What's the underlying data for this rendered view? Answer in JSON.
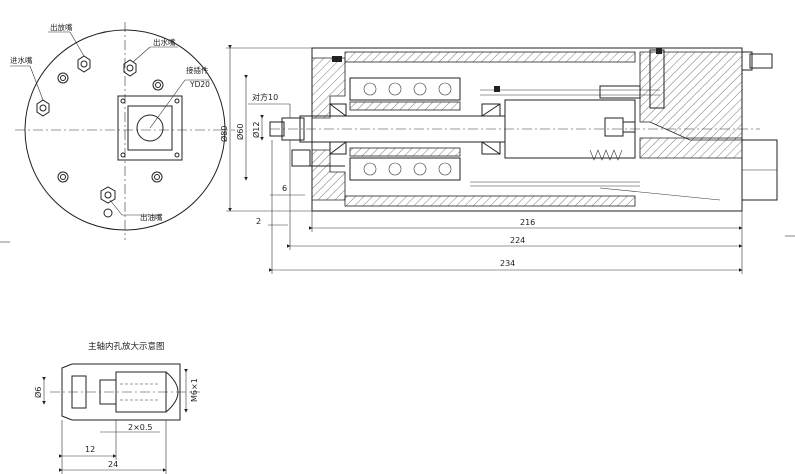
{
  "front_view": {
    "labels": {
      "oil_inlet_nozzle": "出放嘴",
      "water_outlet_nozzle": "出水嘴",
      "water_inlet_nozzle": "进水嘴",
      "connector": "接插件",
      "connector_model": "YD20",
      "oil_outlet_nozzle": "出油嘴"
    }
  },
  "section_view": {
    "dimensions": {
      "flats": "对方10",
      "dia_80": "Ø80",
      "dia_60": "Ø60",
      "dia_12": "Ø12",
      "len_6": "6",
      "len_2": "2",
      "len_216": "216",
      "len_224": "224",
      "len_234": "234"
    }
  },
  "detail_view": {
    "title": "主轴内孔放大示意图",
    "dimensions": {
      "dia_6": "Ø6",
      "thread": "M6×1",
      "chamfer": "2×0.5",
      "len_12": "12",
      "len_24": "24"
    }
  },
  "colors": {
    "line": "#222222",
    "background": "#ffffff"
  }
}
